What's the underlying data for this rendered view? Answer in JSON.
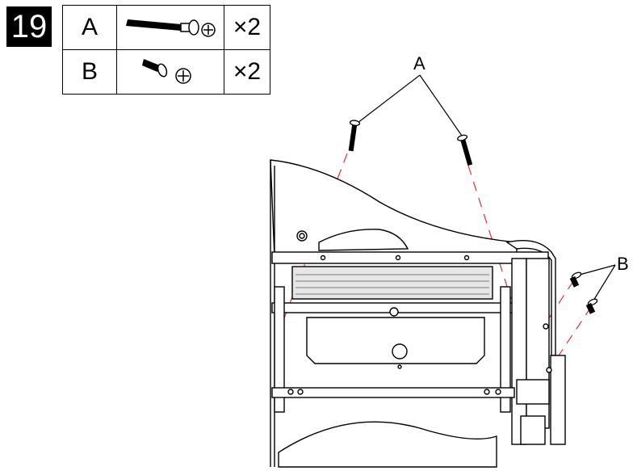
{
  "step": {
    "number": "19"
  },
  "parts": [
    {
      "letter": "A",
      "icon": "long-screw-icon",
      "qty": "×2"
    },
    {
      "letter": "B",
      "icon": "short-screw-icon",
      "qty": "×2"
    }
  ],
  "callouts": {
    "a": "A",
    "b": "B"
  },
  "colors": {
    "line": "#000000",
    "guide": "#e0302a",
    "fill_light": "#f2f2f2"
  }
}
